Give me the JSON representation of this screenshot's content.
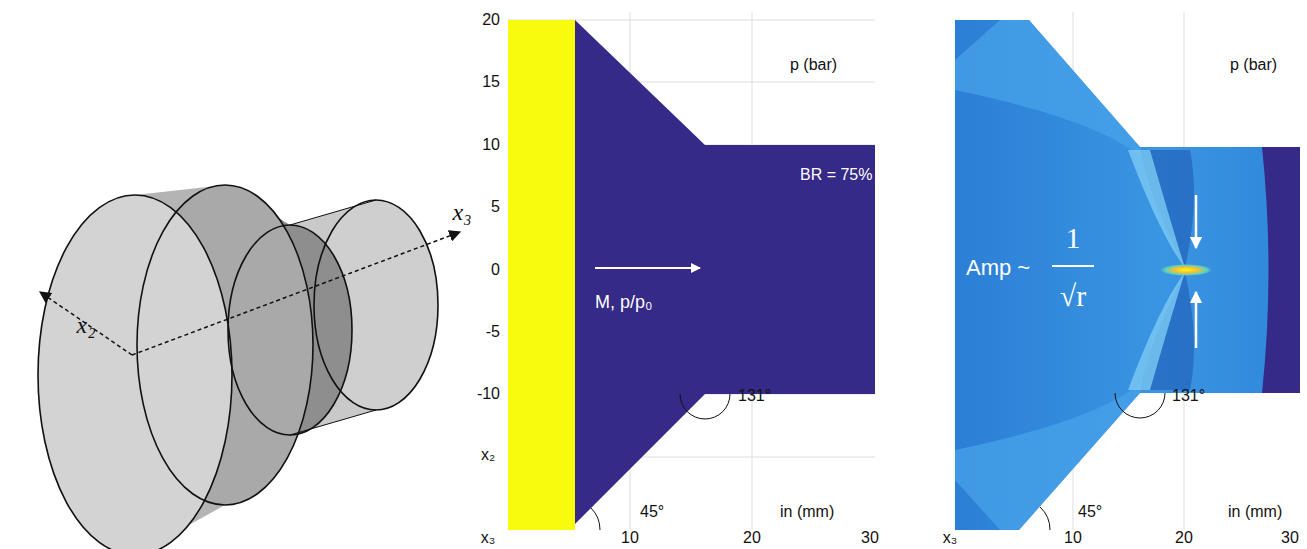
{
  "diagram": {
    "labels": [
      "x₂",
      "x₃",
      "20",
      "15",
      "10",
      "5",
      "0",
      "-5",
      "-10",
      "x₂",
      "x₃",
      "10",
      "20",
      "30",
      "p (bar)",
      "BR = 75%",
      "M, p/p₀",
      "131°",
      "45°",
      "in (mm)",
      "x₃",
      "10",
      "20",
      "30",
      "p (bar)",
      "Amp ~",
      "1",
      "√r",
      "131°",
      "45°",
      "in (mm)"
    ]
  }
}
